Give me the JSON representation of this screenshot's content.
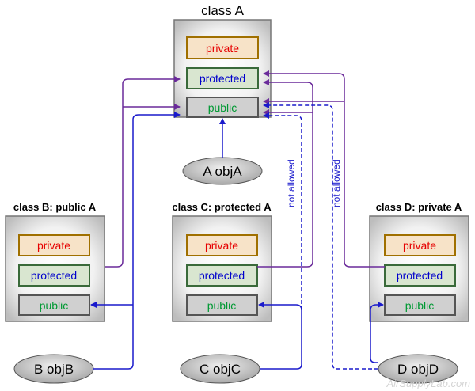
{
  "classA": {
    "title": "class A",
    "private": "private",
    "protected": "protected",
    "public": "public"
  },
  "classB": {
    "title": "class B: public A",
    "private": "private",
    "protected": "protected",
    "public": "public"
  },
  "classC": {
    "title": "class C: protected A",
    "private": "private",
    "protected": "protected",
    "public": "public"
  },
  "classD": {
    "title": "class D: private A",
    "private": "private",
    "protected": "protected",
    "public": "public"
  },
  "objects": {
    "objA": "A objA",
    "objB": "B objB",
    "objC": "C objC",
    "objD": "D objD"
  },
  "notes": {
    "c_not_allowed": "not allowed",
    "d_not_allowed": "not allowed"
  },
  "watermark": "AirSupplyLab.com",
  "colors": {
    "private_text": "#e60000",
    "protected_text": "#0000cc",
    "public_text": "#009933",
    "private_border": "#a07000",
    "private_fill": "#f7e3c8",
    "protected_border": "#3a6a3a",
    "protected_fill": "#d9e6d0",
    "public_border": "#555555",
    "public_fill": "#d0d0d0",
    "inherit_arrow": "#6a2a9a",
    "access_arrow": "#1a1acc"
  }
}
